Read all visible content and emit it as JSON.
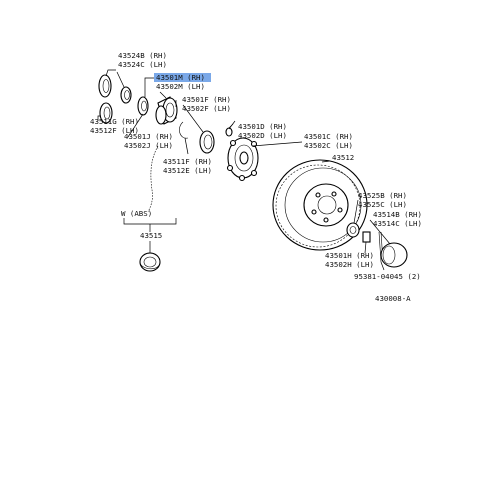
{
  "labels": {
    "p43524b": "43524B (RH)",
    "p43524c": "43524C (LH)",
    "p43501m": "43501M (RH)",
    "p43502m": "43502M (LH)",
    "p43511g": "43511G (RH)",
    "p43512f": "43512F (LH)",
    "p43501f": "43501F (RH)",
    "p43502f": "43502F (LH)",
    "p43501d": "43501D (RH)",
    "p43502d": "43502D (LH)",
    "p43501j": "43501J (RH)",
    "p43502j": "43502J (LH)",
    "p43501c": "43501C (RH)",
    "p43502c": "43502C (LH)",
    "p43512": "43512",
    "p43511f": "43511F (RH)",
    "p43512e": "43512E (LH)",
    "p43525b": "43525B (RH)",
    "p43525c": "43525C (LH)",
    "p43514b": "43514B (RH)",
    "p43514c": "43514C (LH)",
    "w_abs": "W (ABS)",
    "p43515": "43515",
    "p43501h": "43501H (RH)",
    "p43502h": "43502H (LH)",
    "p95381": "95381-04045 (2)",
    "fig_code": "430008-A"
  },
  "highlight_color": "#7aa8e8"
}
